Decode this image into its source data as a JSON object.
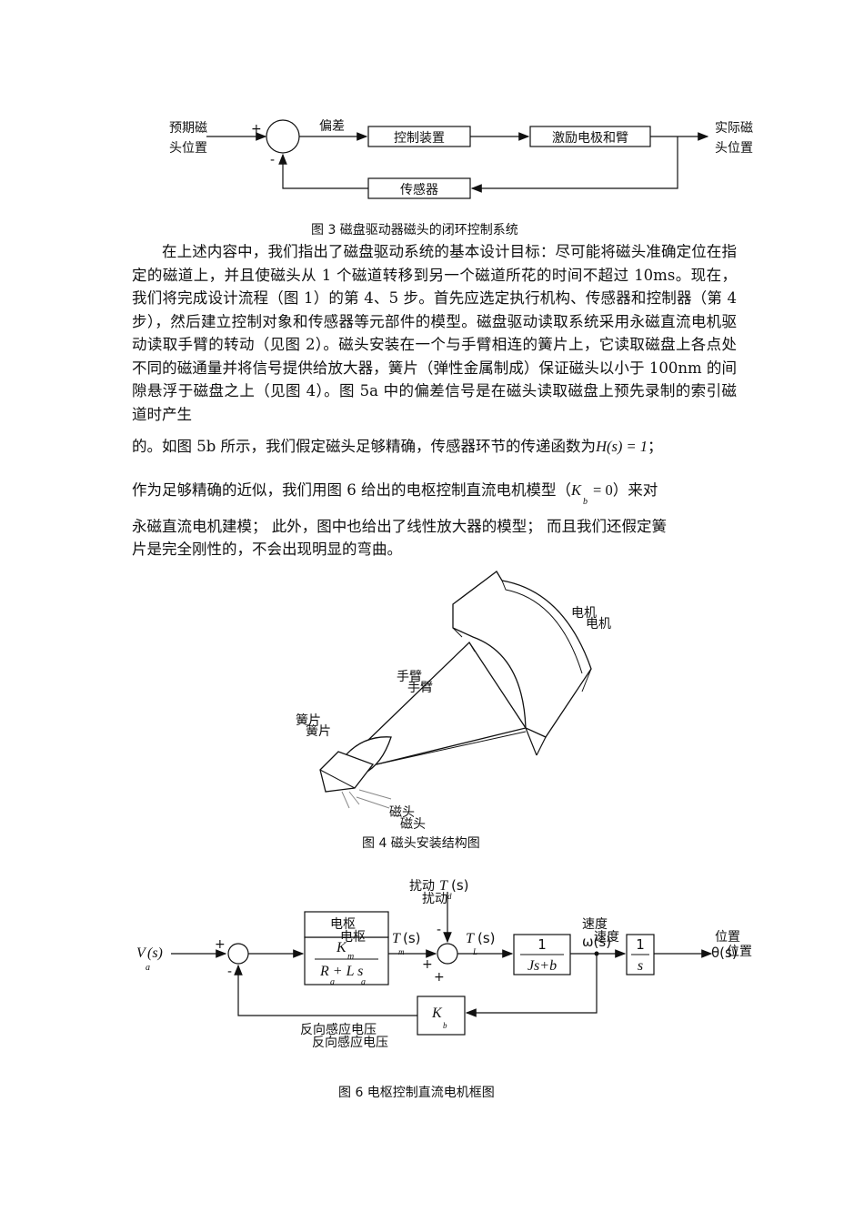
{
  "figure3": {
    "input_label_line1": "预期磁",
    "input_label_line2": "头位置",
    "plus_sign": "+",
    "minus_sign": "-",
    "error_label": "偏差",
    "controller_block": "控制装置",
    "actuator_block": "激励电极和臂",
    "output_label_line1": "实际磁",
    "output_label_line2": "头位置",
    "sensor_block": "传感器",
    "caption": "图 3  磁盘驱动器磁头的闭环控制系统"
  },
  "body": {
    "paragraph1": "在上述内容中，我们指出了磁盘驱动系统的基本设计目标：尽可能将磁头准确定位在指定的磁道上，并且使磁头从 1 个磁道转移到另一个磁道所花的时间不超过 10ms。现在，我们将完成设计流程（图 1）的第 4、5 步。首先应选定执行机构、传感器和控制器（第 4 步），然后建立控制对象和传感器等元部件的模型。磁盘驱动读取系统采用永磁直流电机驱动读取手臂的转动（见图 2）。磁头安装在一个与手臂相连的簧片上，它读取磁盘上各点处不同的磁通量并将信号提供给放大器，簧片（弹性金属制成）保证磁头以小于 100nm 的间隙悬浮于磁盘之上（见图 4）。图 5a 中的偏差信号是在磁头读取磁盘上预先录制的索引磁道时产生",
    "line2_text": "的。如图 5b 所示，我们假定磁头足够精确，传感器环节的传递函数为",
    "line2_math": "H(s) = 1",
    "line2_end": "；",
    "line3_text": "作为足够精确的近似，我们用图 6 给出的电枢控制直流电机模型（",
    "line3_math_K": "K",
    "line3_math_sub": "b",
    "line3_math_eq": "= 0",
    "line3_end": "）来对",
    "line4": "永磁直流电机建模；   此外，图中也给出了线性放大器的模型；    而且我们还假定簧",
    "line5": "片是完全刚性的，不会出现明显的弯曲。"
  },
  "figure4": {
    "motor_label": "电机",
    "motor_label_shadow": "电机",
    "arm_label": "手臂",
    "arm_label_shadow": "手臂",
    "spring_label": "簧片",
    "spring_label_shadow": "簧片",
    "head_label": "磁头",
    "head_label_shadow": "磁头",
    "caption": "图 4  磁头安装结构图"
  },
  "figure6": {
    "disturbance_label": "扰动",
    "disturbance_label_shadow": "扰动",
    "disturbance_symbol": "T",
    "disturbance_arg": "(s)",
    "disturbance_sub": "d",
    "input_symbol": "V",
    "input_arg": "(s)",
    "input_sub": "a",
    "armature_label": "电枢",
    "armature_label_shadow": "电枢",
    "armature_num": "K",
    "armature_num_sub": "m",
    "armature_den": "R  + L s",
    "armature_den_sub1": "a",
    "armature_den_sub2": "a",
    "tm_symbol": "T",
    "tm_arg": "(s)",
    "tm_sub": "m",
    "tl_symbol": "T",
    "tl_arg": "(s)",
    "tl_sub": "L",
    "load_num": "1",
    "load_den": "Js+b",
    "speed_label": "速度",
    "speed_label_shadow": "速度",
    "speed_symbol": "ω(s)",
    "integrator_num": "1",
    "integrator_den": "s",
    "position_label": "位置",
    "position_label_shadow": "位置",
    "position_symbol": "θ(s)",
    "feedback_block": "K",
    "feedback_block_sub": "b",
    "feedback_label": "反向感应电压",
    "feedback_label_shadow": "反向感应电压",
    "plus_sign": "+",
    "minus_sign": "-",
    "caption": "图 6  电枢控制直流电机框图"
  }
}
